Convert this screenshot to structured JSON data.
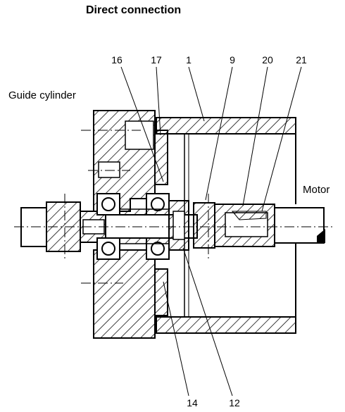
{
  "title": "Direct connection",
  "labels": {
    "guide_cylinder": "Guide cylinder",
    "motor": "Motor"
  },
  "part_numbers": {
    "n16": "16",
    "n17": "17",
    "n1": "1",
    "n9": "9",
    "n20": "20",
    "n21": "21",
    "n14": "14",
    "n12": "12"
  },
  "colors": {
    "line": "#000000",
    "background": "#ffffff"
  }
}
